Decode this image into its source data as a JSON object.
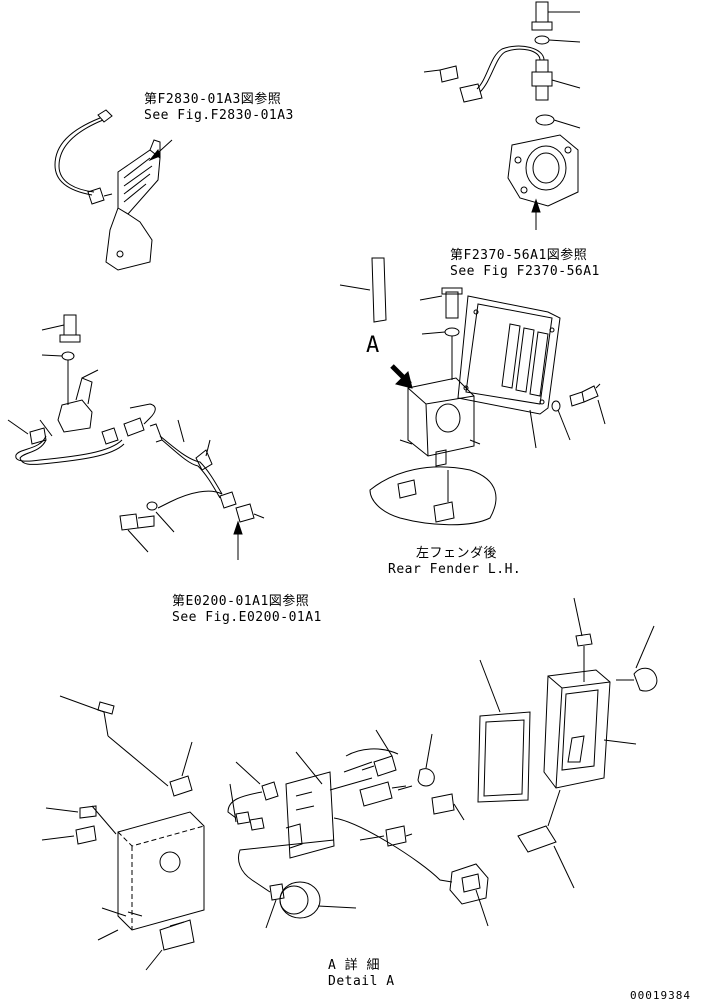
{
  "references": {
    "f2830": {
      "jp": "第F2830-01A3図参照",
      "en": "See Fig.F2830-01A3"
    },
    "f2370": {
      "jp": "第F2370-56A1図参照",
      "en": "See Fig F2370-56A1"
    },
    "e0200": {
      "jp": "第E0200-01A1図参照",
      "en": "See Fig.E0200-01A1"
    }
  },
  "location": {
    "jp": "左フェンダ後",
    "en": "Rear Fender L.H."
  },
  "view_marker": "A",
  "detail": {
    "jp": "A 詳 細",
    "en": "Detail A"
  },
  "drawing_number": "00019384"
}
